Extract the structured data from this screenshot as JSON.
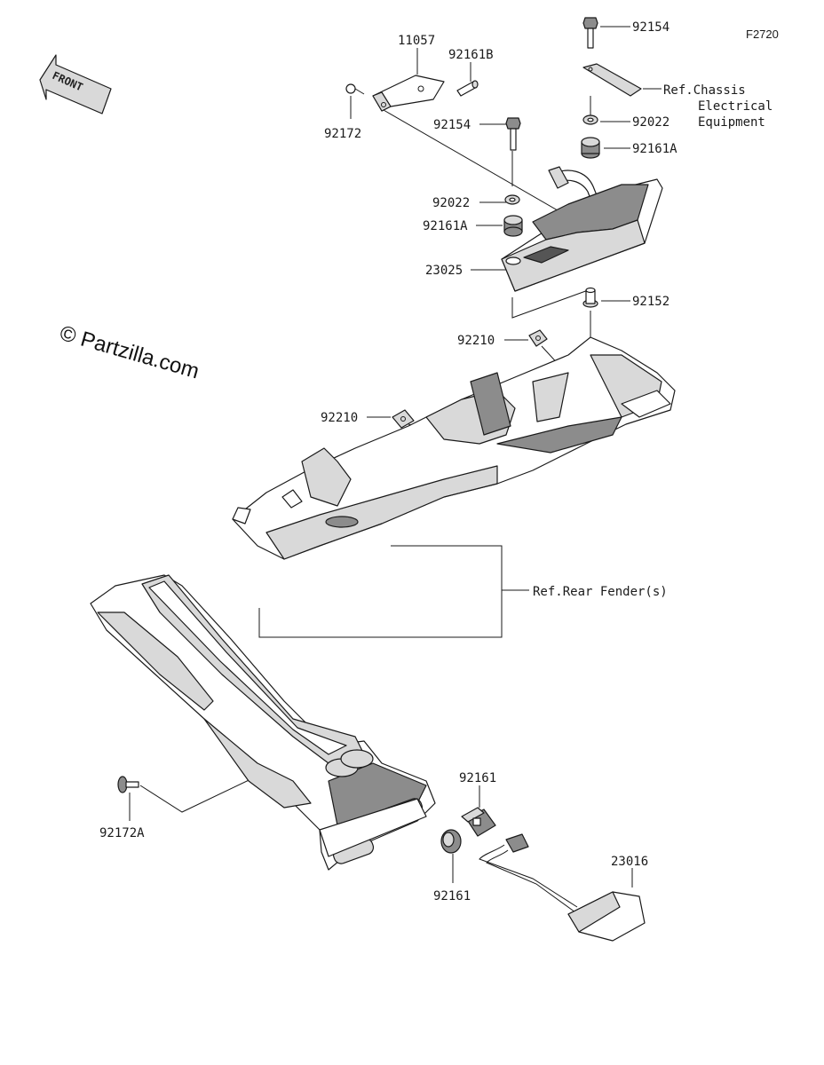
{
  "figure_id": "F2720",
  "watermark": "© Partzilla.com",
  "front_arrow_label": "FRONT",
  "part_labels": {
    "p11057": "11057",
    "p92161B": "92161B",
    "p92172": "92172",
    "p92154_top": "92154",
    "p92154_mid": "92154",
    "p92022_right": "92022",
    "p92161A_right": "92161A",
    "p92022_left": "92022",
    "p92161A_left": "92161A",
    "p23025": "23025",
    "p92152": "92152",
    "p92210_top": "92210",
    "p92210_left": "92210",
    "p92161_upper": "92161",
    "p92161_lower": "92161",
    "p23016": "23016",
    "p92172A": "92172A"
  },
  "references": {
    "chassis_line1": "Ref.Chassis",
    "chassis_line2": "Electrical",
    "chassis_line3": "Equipment",
    "rear_fender": "Ref.Rear Fender(s)"
  },
  "colors": {
    "line": "#1a1a1a",
    "part_light": "#ffffff",
    "part_mid": "#d9d9d9",
    "part_dark": "#8c8c8c"
  }
}
